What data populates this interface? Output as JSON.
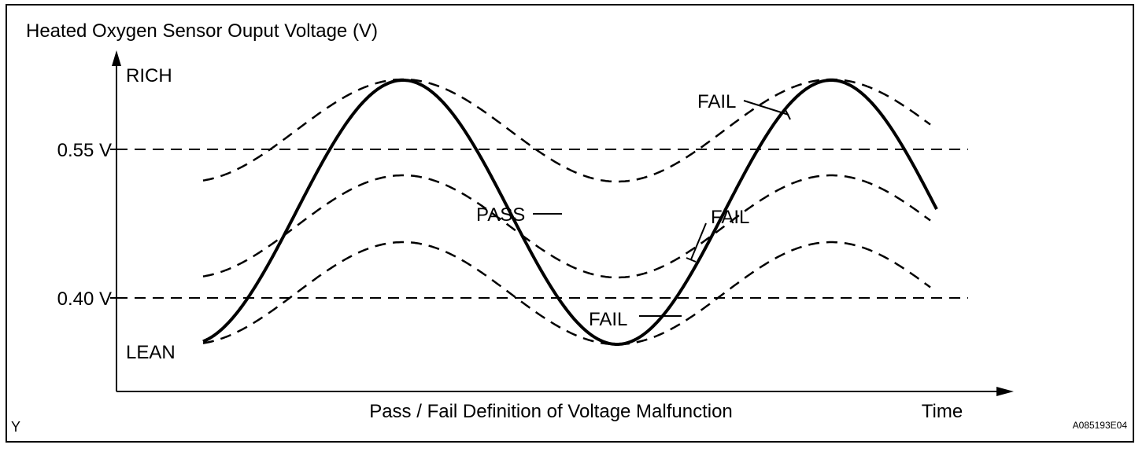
{
  "figure": {
    "y_axis_title": "Heated Oxygen Sensor Ouput Voltage (V)",
    "x_axis_label": "Time",
    "caption": "Pass / Fail Definition of Voltage Malfunction",
    "figure_id": "A085193E04",
    "corner_mark": "Y"
  },
  "levels": {
    "rich": "RICH",
    "lean": "LEAN",
    "high_threshold": "0.55 V",
    "low_threshold": "0.40 V"
  },
  "curves": [
    {
      "label": "PASS",
      "style": "solid"
    },
    {
      "label": "FAIL",
      "style": "dashed",
      "position": "upper"
    },
    {
      "label": "FAIL",
      "style": "dashed",
      "position": "middle"
    },
    {
      "label": "FAIL",
      "style": "dashed",
      "position": "lower"
    }
  ],
  "colors": {
    "line": "#000000",
    "background": "#ffffff"
  }
}
